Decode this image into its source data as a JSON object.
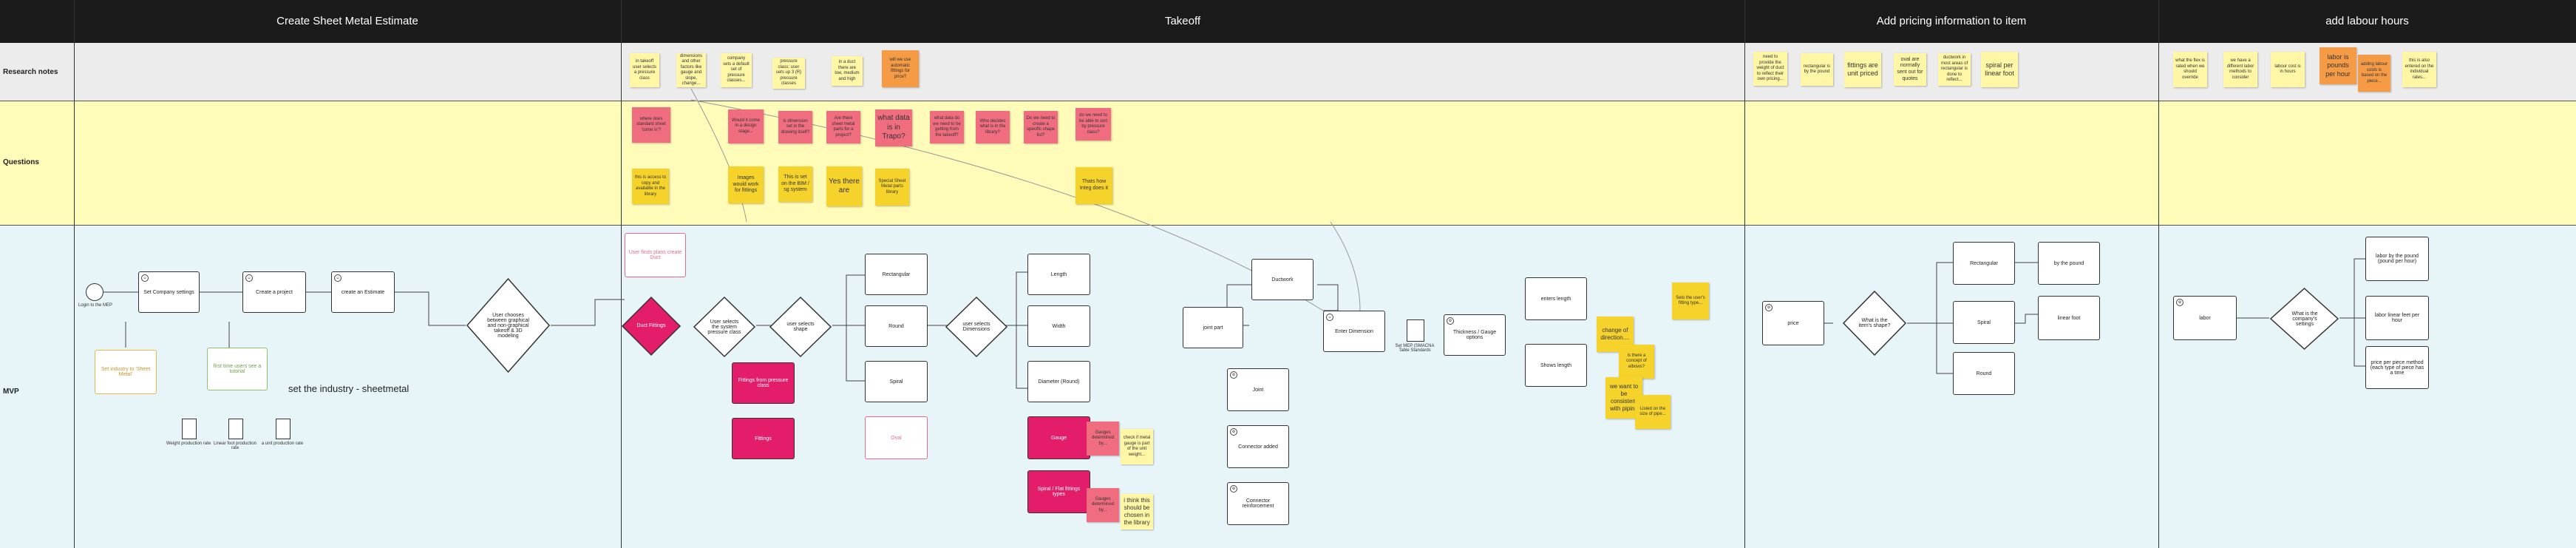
{
  "columns": [
    "Create Sheet Metal Estimate",
    "Takeoff",
    "Add pricing information to item",
    "add labour hours"
  ],
  "lanes": [
    "Research notes",
    "Questions",
    "MVP"
  ],
  "research_notes": [
    "in takeoff user selects a pressure class",
    "dimensions and other factors like gauge and slope, change...",
    "company sets a default set of pressure classes...",
    "pressure class: user sets up 3 (R) pressure classes",
    "in a duct there are low, medium and high",
    "will we use automatic fittings for price?",
    "need to provide the weight of duct to reflect their own pricing...",
    "rectangular is by the pound",
    "fittings are unit priced",
    "oval are normally sent out for quotes",
    "ductwork in most areas of rectangular is done to reflect...",
    "spiral per linear foot",
    "what the flex is rated when we should override",
    "we have a different labor methods to consider",
    "labour cost is in hours",
    "labor is pounds per hour",
    "adding labour costs is based on the piece...",
    "this is also entered on the individual rates..."
  ],
  "questions_pink": [
    "where does standard sheet 'come in'?",
    "Would it come in a design stage...",
    "is dimension set in the drawing itself?",
    "Are there sheet metal parts for a project?",
    "what data is in Trapo?",
    "what data do we need to be getting from the takeoff?",
    "Who decides what is in the library?",
    "Do we need to create a specific shape list?",
    "do we need to be able to sort by pressure class?"
  ],
  "questions_gold": [
    "this is access to copy and available in the library",
    "Images would work for fittings",
    "This is set on the BIM / sg system",
    "Yes there are",
    "Special Sheet Metal parts library",
    "Thats how Integ does it"
  ],
  "mvp": {
    "start_label": "Login to the MEP",
    "set_company": "Set Company settings",
    "create_project": "Create a project",
    "create_estimate": "create an Estimate",
    "graphical_decision": "User chooses between graphical and non-graphical takeoff & 3D modeling",
    "set_industry_box": "Set industry to 'Sheet Metal'",
    "first_time_box": "first time users see a tutorial",
    "industry_note": "set the industry - sheetmetal",
    "docs": [
      "Weight production rate",
      "Linear foot production rate",
      "a unit production rate"
    ],
    "graphical_box": "User finds plans create Duct",
    "pink_diamond": "Duct Fittings",
    "pressure_diamond": "User selects the system pressure class",
    "shape_diamond": "user selects shape",
    "fittings_box": "Fittings from pressure class",
    "pink_box2": "Fittings",
    "shapes": [
      "Rectangular",
      "Round",
      "Spiral",
      "Oval"
    ],
    "dims_diamond": "user selects Dimensions",
    "dims": [
      "Length",
      "Width",
      "Diameter (Round)"
    ],
    "pink_box3": "Gauge",
    "pink_box4": "Spiral / Flat fittings types",
    "notes_right": [
      "Gauges determined by...",
      "check if metal gauge is part of the unit weight...",
      "i think this should be chosen in the library"
    ],
    "joint_part": "joint part",
    "ductwork": "Ductwork",
    "enter_dimension": "Enter Dimension",
    "joint": "Joint",
    "connector": "Connector added",
    "reinforcement": "Connector reinforcement",
    "doc_table": "Set MEP (SMACNA Table Standards",
    "thickness": "Thickness / Gauge options",
    "enters_length": "enters length",
    "shows_length": "Shows length",
    "gold_notes": [
      "change of direction....",
      "we want to be consistent with piping",
      "is there a concept of elbows?",
      "Listed on the size of pipe...",
      "Sets the user's fitting type..."
    ],
    "price_box": "price",
    "piece_shape": "What is the item's shape?",
    "price_shapes": [
      "Rectangular",
      "Spiral",
      "Round"
    ],
    "by_pound": "by the pound",
    "linear_foot": "linear foot",
    "labour_box": "labor",
    "company_settings": "What is the company's settings",
    "labour_options": [
      "labor by the pound (pound per hour)",
      "labor linear feet per hour",
      "price per piece method (each type of piece has a time"
    ]
  }
}
